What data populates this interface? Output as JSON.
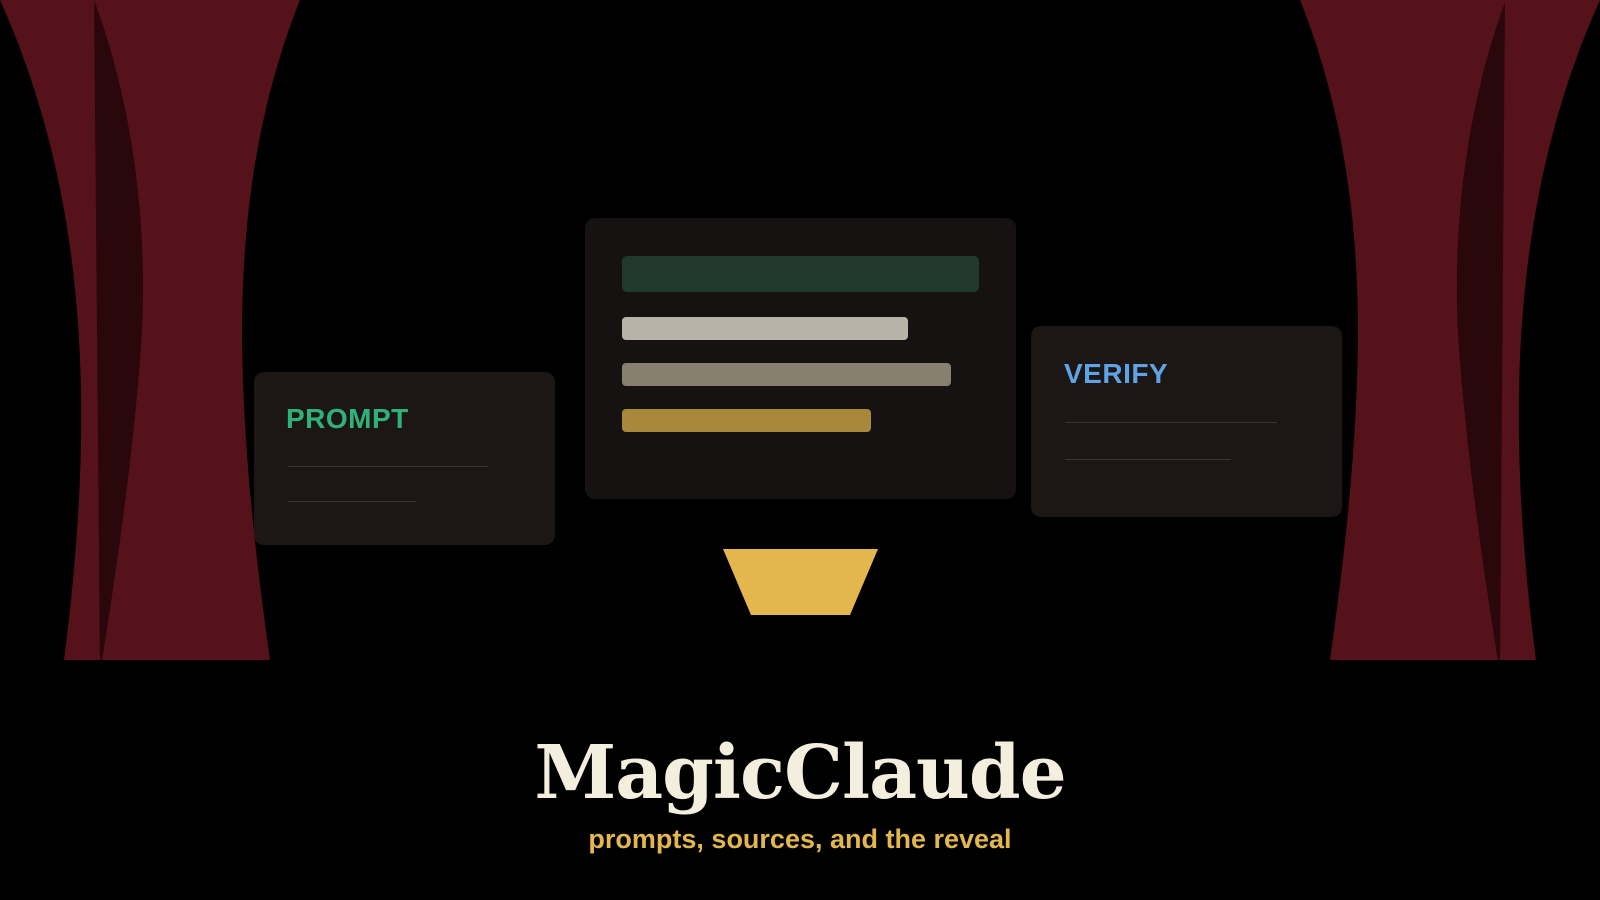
{
  "colors": {
    "background": "#000000",
    "curtain": "#55121b",
    "curtain_fold": "#2a070b",
    "card": "#1c1715",
    "card_center": "#161211",
    "prompt_label": "#2fb27a",
    "verify_label": "#5da3e6",
    "bar_header": "#1f3a2d",
    "bar_light": "#b7b3a6",
    "bar_mid": "#878071",
    "bar_gold": "#a8893b",
    "funnel": "#e3b64e",
    "title": "#f4eedf",
    "subtitle": "#e3b64e"
  },
  "cards": {
    "prompt": {
      "label": "PROMPT"
    },
    "verify": {
      "label": "VERIFY"
    }
  },
  "brand": {
    "title": "MagicClaude",
    "subtitle": "prompts, sources, and the reveal"
  },
  "icons": {
    "curtains": "stage-curtain-icon",
    "funnel": "funnel-icon"
  }
}
